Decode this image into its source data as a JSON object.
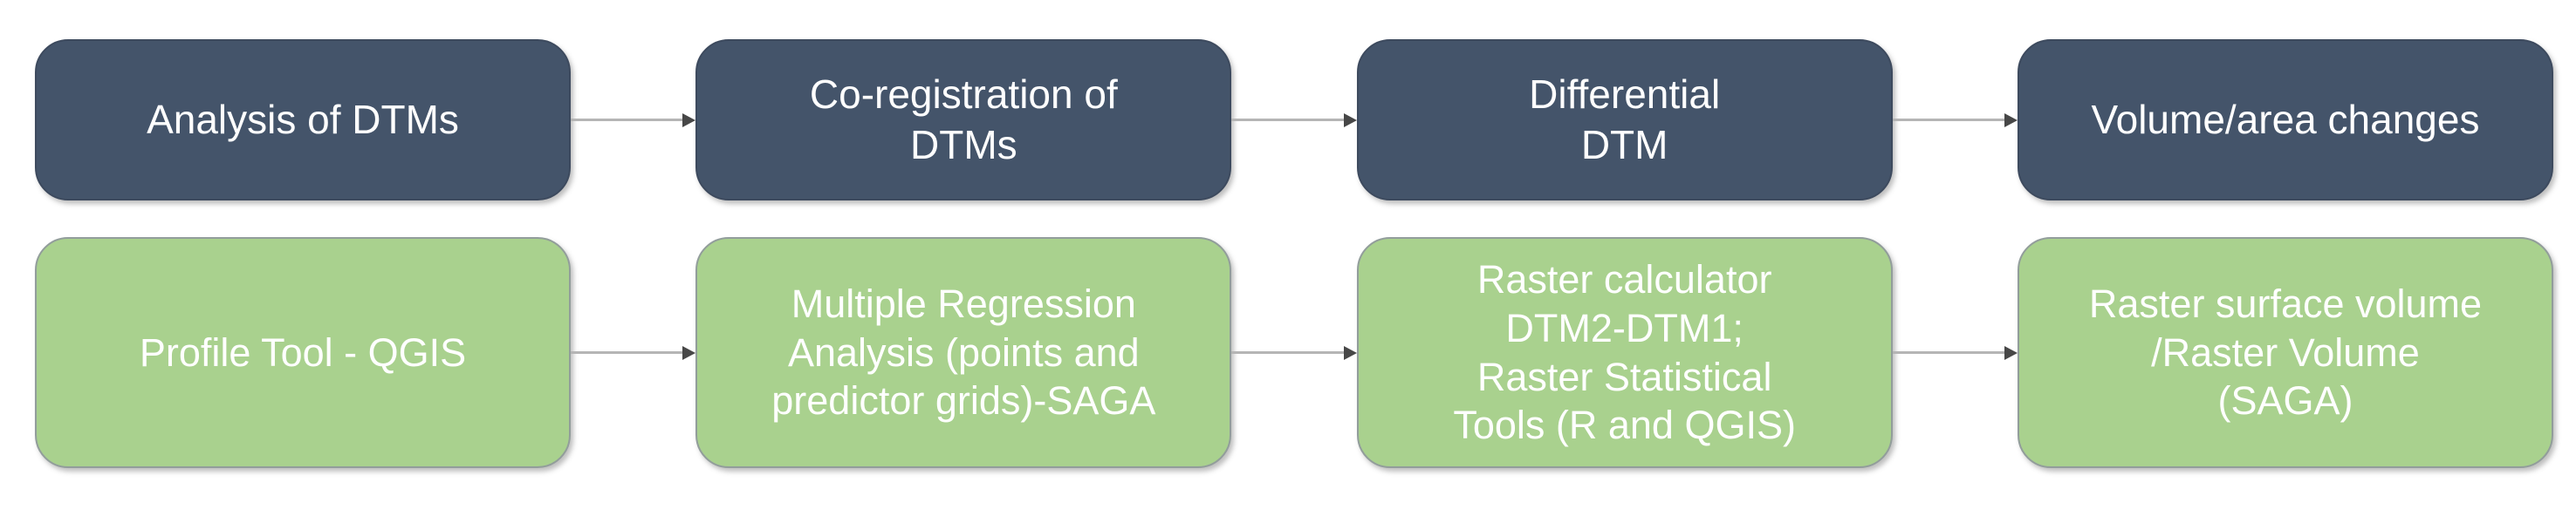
{
  "colors": {
    "background": "#FFFFFF",
    "top_box_fill": "#44546A",
    "top_box_border": "#3D4A5E",
    "bottom_box_fill": "#A9D18E",
    "bottom_box_border": "#929D9B",
    "box_text": "#FFFFFF",
    "connector_line": "#B5B5B5",
    "connector_head": "#474747"
  },
  "rows": [
    {
      "name": "analysis-steps",
      "style": "dark",
      "items": [
        "Analysis of DTMs",
        "Co-registration of\nDTMs",
        "Differential\nDTM",
        "Volume/area changes"
      ]
    },
    {
      "name": "tools",
      "style": "green",
      "items": [
        "Profile Tool - QGIS",
        "Multiple Regression\nAnalysis (points and\npredictor grids)-SAGA",
        "Raster calculator\nDTM2-DTM1;\nRaster Statistical\nTools (R and QGIS)",
        "Raster surface volume\n/Raster Volume\n(SAGA)"
      ]
    }
  ]
}
